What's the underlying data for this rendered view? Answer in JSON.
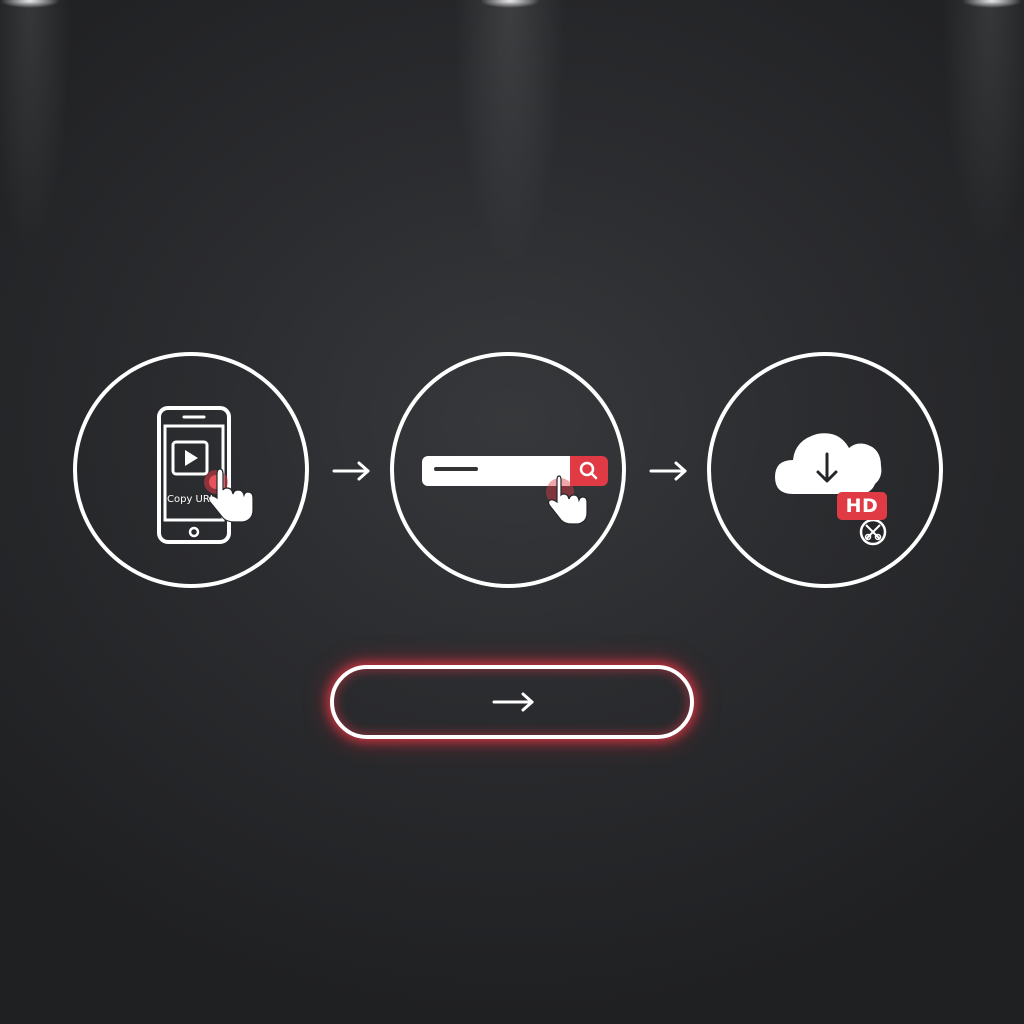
{
  "steps": [
    {
      "id": "copy",
      "label": "Copy URL",
      "icon": "phone-play-icon"
    },
    {
      "id": "paste",
      "icon": "search-bar-icon"
    },
    {
      "id": "download",
      "badge": "HD",
      "icon": "cloud-download-icon"
    }
  ],
  "connectors": [
    "arrow-right-icon",
    "arrow-right-icon"
  ],
  "cta": {
    "icon": "arrow-right-icon"
  },
  "colors": {
    "accent": "#e03a45",
    "stroke": "#ffffff",
    "background": "#252628"
  }
}
